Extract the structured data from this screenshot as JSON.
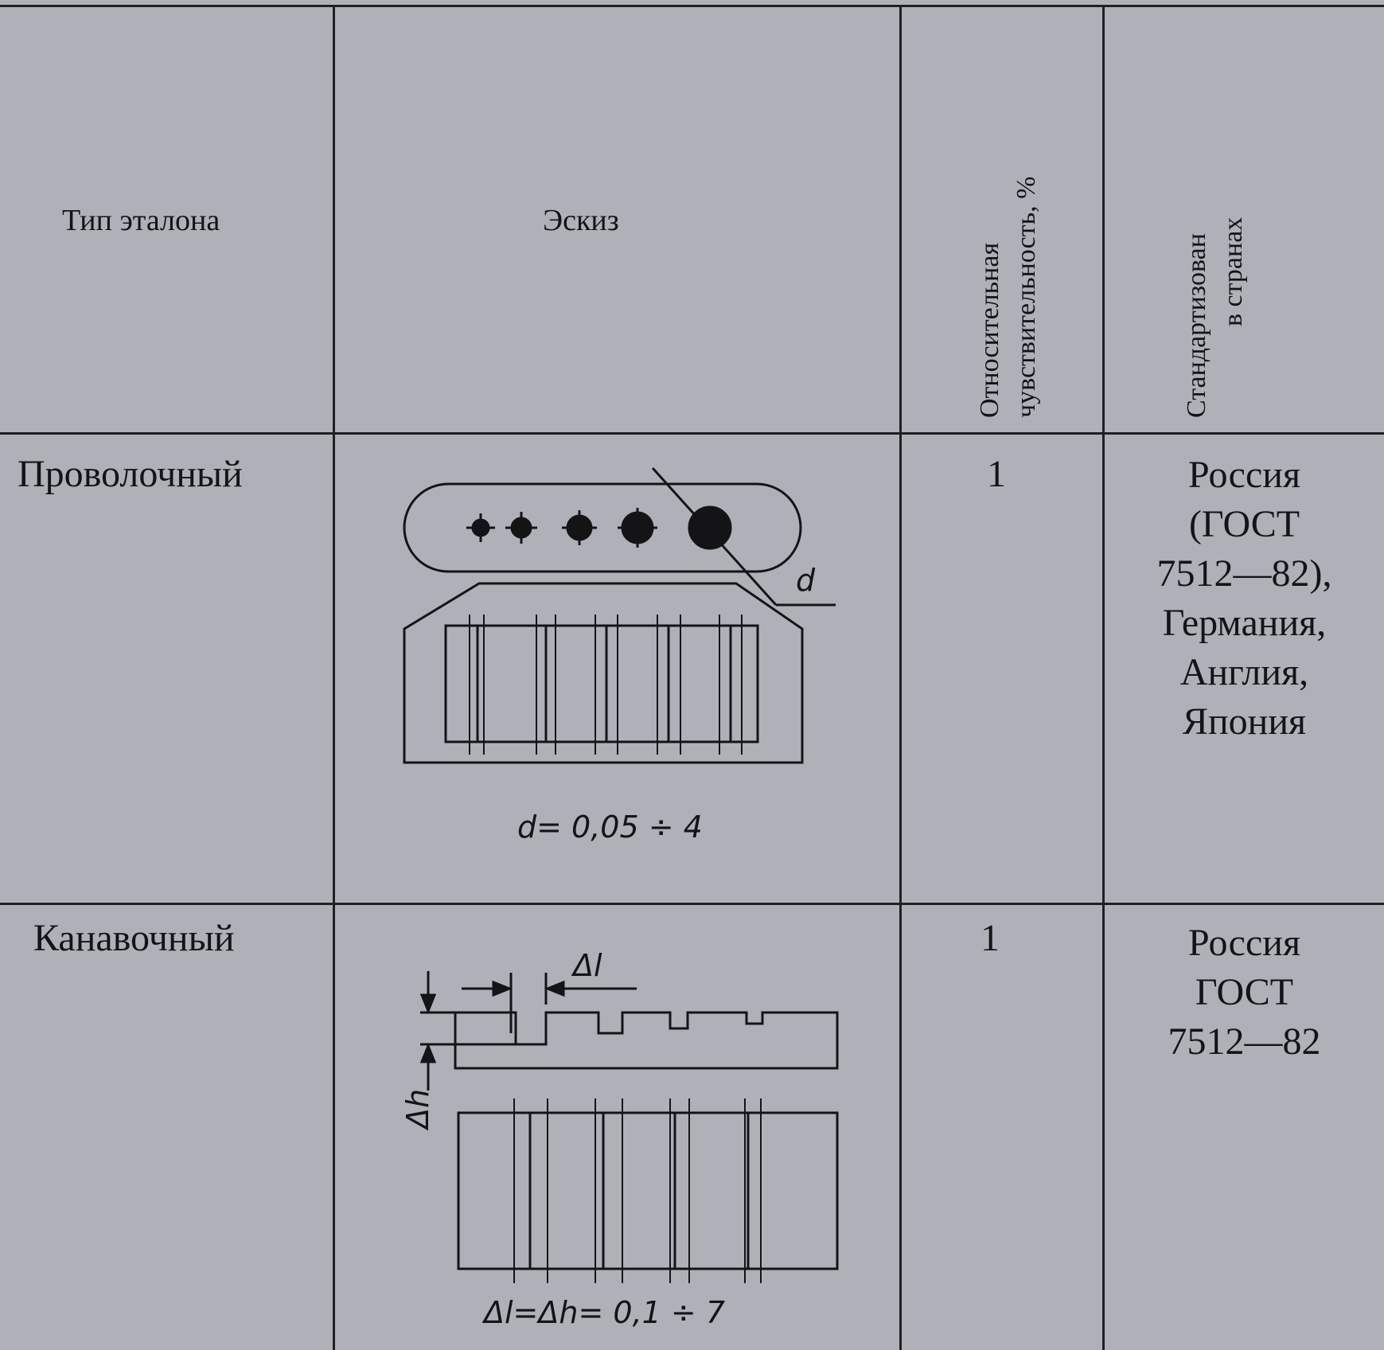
{
  "table": {
    "headers": {
      "type": "Тип эталона",
      "sketch": "Эскиз",
      "sensitivity_line1": "Относительная",
      "sensitivity_line2": "чувствительность, %",
      "standard_line1": "Стандартизован",
      "standard_line2": "в странах"
    },
    "rows": [
      {
        "type": "Проволочный",
        "sensitivity": "1",
        "countries": [
          "Россия",
          "(ГОСТ",
          "7512—82),",
          "Германия,",
          "Англия,",
          "Япония"
        ],
        "sketch_dim_label": "d",
        "sketch_formula": "d= 0,05 ÷ 4"
      },
      {
        "type": "Канавочный",
        "sensitivity": "1",
        "countries": [
          "Россия",
          "ГОСТ",
          "7512—82"
        ],
        "sketch_dim_l": "Δl",
        "sketch_dim_h": "Δh",
        "sketch_formula": "Δl=Δh= 0,1 ÷ 7"
      }
    ]
  }
}
